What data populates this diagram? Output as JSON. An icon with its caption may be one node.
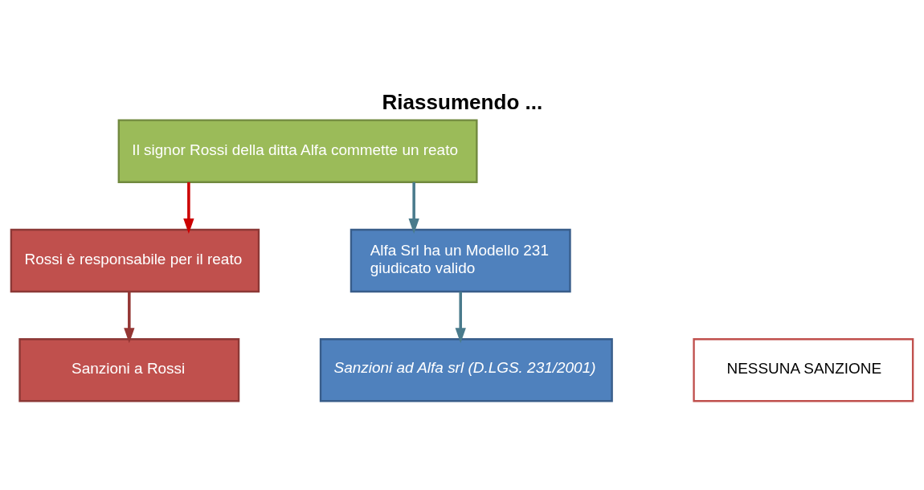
{
  "diagram": {
    "title": "Riassumendo ...",
    "nodes": [
      {
        "text": [
          "Il signor Rossi della ditta Alfa commette un reato"
        ]
      },
      {
        "text": [
          "Rossi è responsabile per il reato"
        ]
      },
      {
        "text": [
          "Sanzioni a Rossi"
        ]
      },
      {
        "text": [
          "Alfa Srl ha un Modello 231",
          "giudicato valido"
        ]
      },
      {
        "text": [
          "Sanzioni ad Alfa srl (D.LGS. 231/2001)"
        ]
      },
      {
        "text": [
          "NESSUNA SANZIONE"
        ]
      }
    ],
    "edges": [
      {
        "from": 0,
        "to": 1,
        "arrow": "to",
        "color": "#cc0000"
      },
      {
        "from": 1,
        "to": 2,
        "arrow": "to",
        "color": "#943634"
      },
      {
        "from": 0,
        "to": 3,
        "arrow": "to",
        "color": "#4a7b8c"
      },
      {
        "from": 3,
        "to": 4,
        "arrow": "to",
        "color": "#4a7b8c"
      }
    ]
  }
}
